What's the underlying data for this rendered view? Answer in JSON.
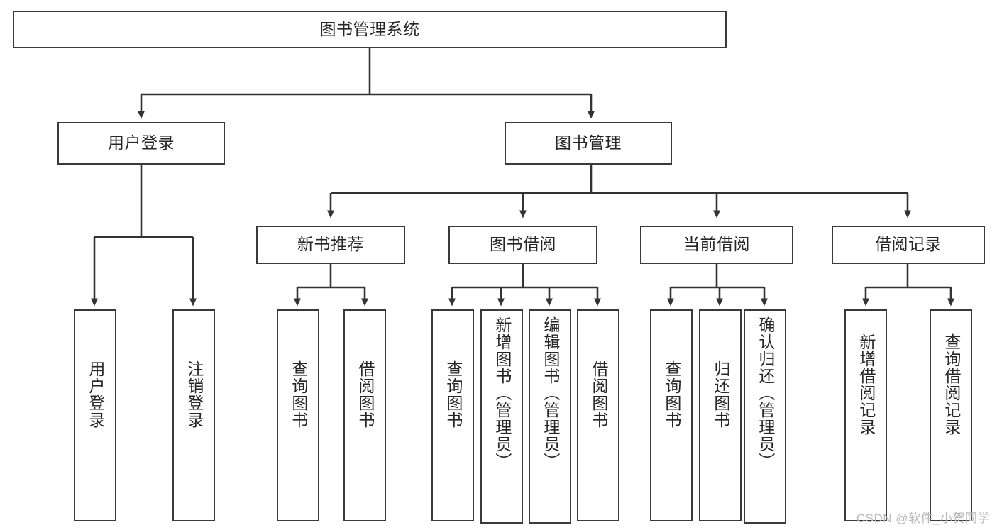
{
  "diagram": {
    "type": "tree-hierarchy",
    "title": "图书管理系统",
    "root": {
      "id": "root",
      "label": "图书管理系统"
    },
    "level2": [
      {
        "id": "user-login",
        "label": "用户登录"
      },
      {
        "id": "book-management",
        "label": "图书管理"
      }
    ],
    "level3": [
      {
        "id": "new-book-recommend",
        "label": "新书推荐",
        "parent": "book-management"
      },
      {
        "id": "book-borrow",
        "label": "图书借阅",
        "parent": "book-management"
      },
      {
        "id": "current-borrow",
        "label": "当前借阅",
        "parent": "book-management"
      },
      {
        "id": "borrow-record",
        "label": "借阅记录",
        "parent": "book-management"
      }
    ],
    "leaves": [
      {
        "id": "leaf-user-login",
        "label": "用户登录",
        "parent": "user-login"
      },
      {
        "id": "leaf-logout-login",
        "label": "注销登录",
        "parent": "user-login"
      },
      {
        "id": "leaf-query-book-1",
        "label": "查询图书",
        "parent": "new-book-recommend"
      },
      {
        "id": "leaf-borrow-book-1",
        "label": "借阅图书",
        "parent": "new-book-recommend"
      },
      {
        "id": "leaf-query-book-2",
        "label": "查询图书",
        "parent": "book-borrow"
      },
      {
        "id": "leaf-add-book",
        "label": "新增图书（管理员）",
        "parent": "book-borrow"
      },
      {
        "id": "leaf-edit-book",
        "label": "编辑图书（管理员）",
        "parent": "book-borrow"
      },
      {
        "id": "leaf-borrow-book-2",
        "label": "借阅图书",
        "parent": "book-borrow"
      },
      {
        "id": "leaf-query-book-3",
        "label": "查询图书",
        "parent": "current-borrow"
      },
      {
        "id": "leaf-return-book",
        "label": "归还图书",
        "parent": "current-borrow"
      },
      {
        "id": "leaf-confirm-return",
        "label": "确认归还（管理员）",
        "parent": "current-borrow"
      },
      {
        "id": "leaf-add-record",
        "label": "新增借阅记录",
        "parent": "borrow-record"
      },
      {
        "id": "leaf-query-record",
        "label": "查询借阅记录",
        "parent": "borrow-record"
      }
    ],
    "colors": {
      "box_border": "#3a3a3a",
      "box_fill": "#ffffff",
      "edge": "#333333",
      "text": "#262626",
      "watermark": "#b8b8b8",
      "background": "#ffffff"
    }
  },
  "watermark": {
    "text": "CSDN @软件_小贺同学"
  }
}
